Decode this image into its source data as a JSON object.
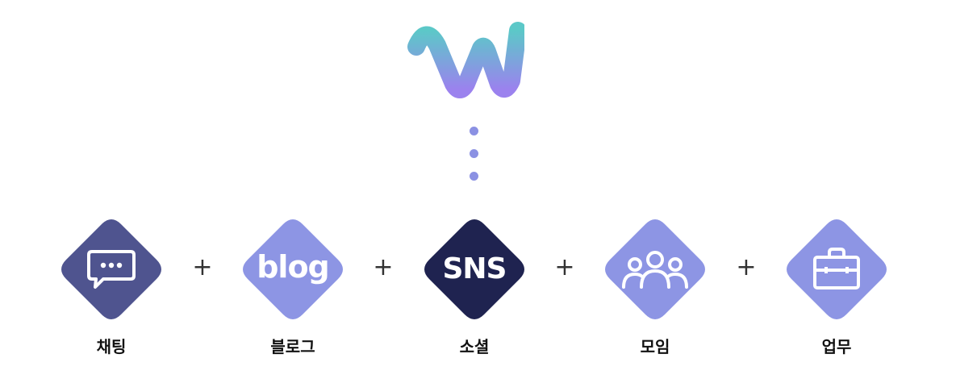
{
  "colors": {
    "logo_gradient_top": "#5cc8c8",
    "logo_gradient_bottom": "#9b82ee",
    "dot": "#8b91e3",
    "dark_navy": "#1f2350",
    "indigo": "#4f548f",
    "light_periwinkle": "#8d95e4",
    "plus": "#333333",
    "label": "#111111"
  },
  "logo": {
    "icon": "w-wave-logo-icon"
  },
  "connector": {
    "icon": "vertical-dots"
  },
  "services": [
    {
      "key": "chat",
      "label": "채팅",
      "icon": "chat-bubble-icon",
      "color": "#4f548f"
    },
    {
      "key": "blog",
      "label": "블로그",
      "word": "blog",
      "color": "#8d95e4"
    },
    {
      "key": "sns",
      "label": "소셜",
      "word": "SNS",
      "color": "#1f2350"
    },
    {
      "key": "meeting",
      "label": "모임",
      "icon": "group-people-icon",
      "color": "#8d95e4"
    },
    {
      "key": "work",
      "label": "업무",
      "icon": "briefcase-icon",
      "color": "#8d95e4"
    }
  ],
  "separator": "+"
}
